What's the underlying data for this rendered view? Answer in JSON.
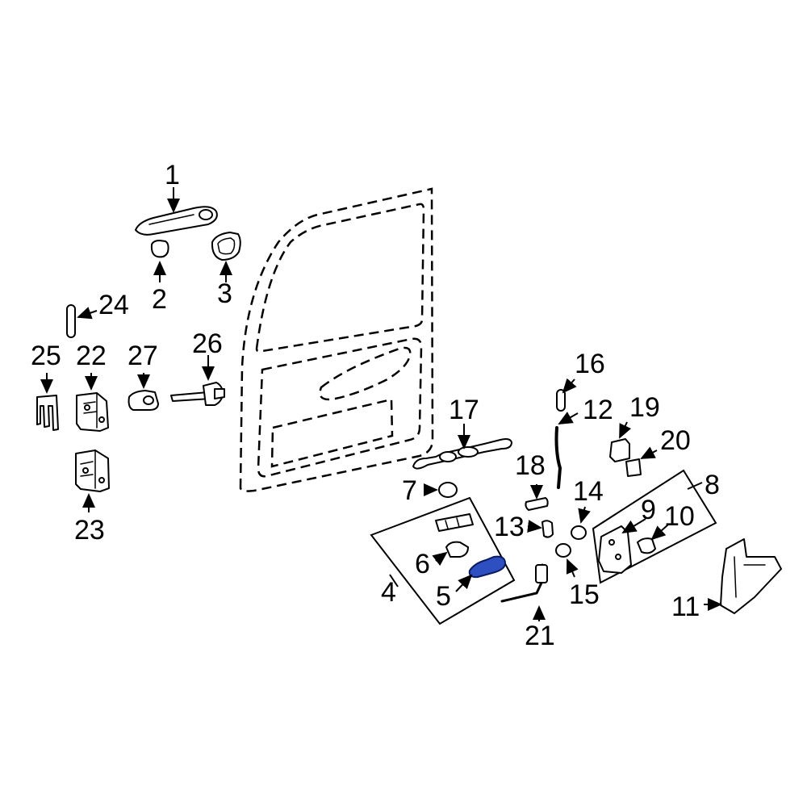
{
  "diagram": {
    "callouts": [
      {
        "id": "1",
        "text": "1"
      },
      {
        "id": "2",
        "text": "2"
      },
      {
        "id": "3",
        "text": "3"
      },
      {
        "id": "4",
        "text": "4"
      },
      {
        "id": "5",
        "text": "5"
      },
      {
        "id": "6",
        "text": "6"
      },
      {
        "id": "7",
        "text": "7"
      },
      {
        "id": "8",
        "text": "8"
      },
      {
        "id": "9",
        "text": "9"
      },
      {
        "id": "10",
        "text": "10"
      },
      {
        "id": "11",
        "text": "11"
      },
      {
        "id": "12",
        "text": "12"
      },
      {
        "id": "13",
        "text": "13"
      },
      {
        "id": "14",
        "text": "14"
      },
      {
        "id": "15",
        "text": "15"
      },
      {
        "id": "16",
        "text": "16"
      },
      {
        "id": "17",
        "text": "17"
      },
      {
        "id": "18",
        "text": "18"
      },
      {
        "id": "19",
        "text": "19"
      },
      {
        "id": "20",
        "text": "20"
      },
      {
        "id": "21",
        "text": "21"
      },
      {
        "id": "22",
        "text": "22"
      },
      {
        "id": "23",
        "text": "23"
      },
      {
        "id": "24",
        "text": "24"
      },
      {
        "id": "25",
        "text": "25"
      },
      {
        "id": "26",
        "text": "26"
      },
      {
        "id": "27",
        "text": "27"
      }
    ],
    "highlighted_part": "5",
    "colors": {
      "highlight": "#2d4fc0",
      "line": "#000000",
      "background": "#ffffff"
    }
  }
}
